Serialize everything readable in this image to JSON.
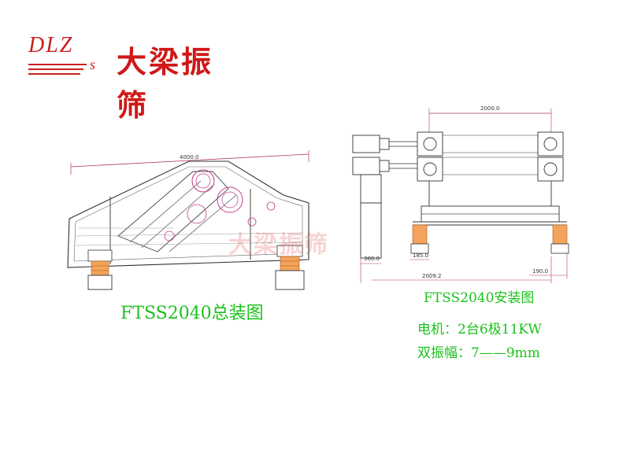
{
  "logo": {
    "letters": "DLZ",
    "sub": "s",
    "company": "大梁振筛"
  },
  "watermark": "大梁振筛",
  "drawings": {
    "general_assembly": {
      "caption": "FTSS2040总装图",
      "dimension": "4000.0"
    },
    "installation": {
      "caption": "FTSS2040安装图",
      "dim_top": "2000.0",
      "dim_bottom": "2009.2",
      "dim_left": "360.0",
      "dim_mid": "185.0",
      "dim_right": "190.0"
    }
  },
  "specs": {
    "motor": "电机：2台6极11KW",
    "amplitude": "双振幅：7——9mm"
  },
  "colors": {
    "brand_red": "#d01818",
    "caption_green": "#1cc21c",
    "frame_magenta": "#c23a8a",
    "spring_orange": "#e07a2a"
  }
}
